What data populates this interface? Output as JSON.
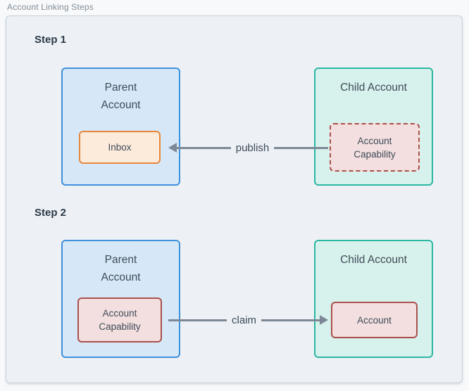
{
  "panel_label": "Account Linking Steps",
  "colors": {
    "page_bg": "#f7f9fa",
    "panel_bg": "#edf1f5",
    "panel_border": "#c7d0d8",
    "label_text": "#848e98",
    "heading_text": "#2c3947",
    "box_text": "#3e4b59",
    "parent_fill": "#d6e8f8",
    "parent_border": "#4090db",
    "child_fill": "#d7f2ec",
    "child_border": "#2cb7a2",
    "inbox_fill": "#fceadb",
    "inbox_border": "#e8873b",
    "capability_fill": "#f3dfdf",
    "capability_border": "#ab4f4b",
    "arrow_color": "#7d8896"
  },
  "steps": [
    {
      "heading": "Step 1",
      "parent": {
        "title": "Parent Account",
        "inner_label": "Inbox"
      },
      "child": {
        "title": "Child Account",
        "inner_label": "Account Capability"
      },
      "arrow": {
        "label": "publish",
        "direction": "left"
      }
    },
    {
      "heading": "Step 2",
      "parent": {
        "title": "Parent Account",
        "inner_label": "Account Capability"
      },
      "child": {
        "title": "Child Account",
        "inner_label": "Account"
      },
      "arrow": {
        "label": "claim",
        "direction": "right"
      }
    }
  ]
}
